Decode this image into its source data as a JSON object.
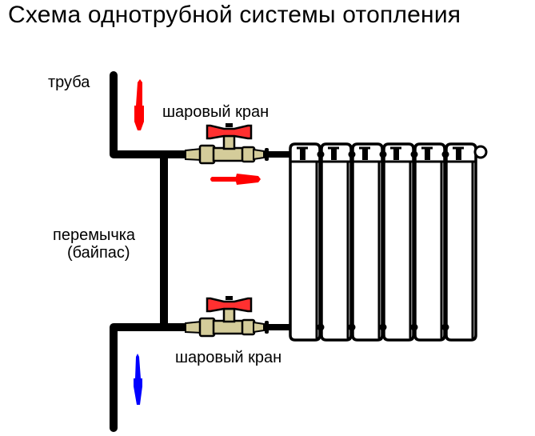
{
  "title": "Схема однотрубной системы отопления",
  "labels": {
    "pipe": "труба",
    "valve_top": "шаровый кран",
    "valve_bottom": "шаровый кран",
    "bypass_line1": "перемычка",
    "bypass_line2": "(байпас)"
  },
  "colors": {
    "pipe": "#000000",
    "hot_flow": "#ff0000",
    "cold_flow": "#0000ff",
    "valve_body": "#d4cc9a",
    "valve_handle": "#ff3030"
  },
  "radiator": {
    "sections": 6
  },
  "flow": {
    "supply_direction": "down",
    "into_radiator_direction": "right",
    "return_direction": "down"
  }
}
